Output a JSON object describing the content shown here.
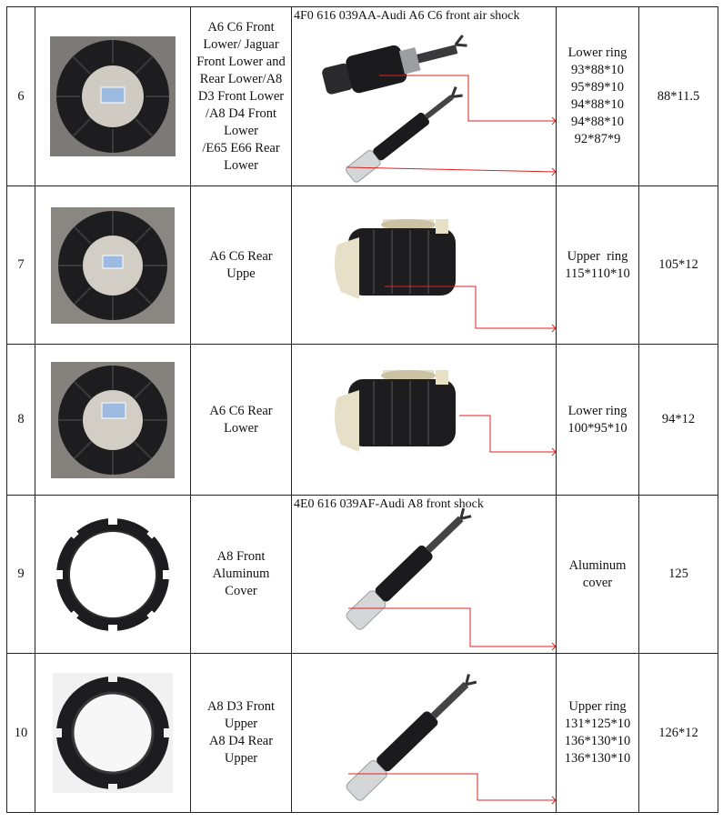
{
  "rows": [
    {
      "no": "6",
      "ring_icon": "segmented-ring-photo",
      "description": [
        "A6 C6 Front",
        "Lower/ Jaguar",
        "Front Lower and",
        "Rear Lower/A8",
        "D3 Front Lower",
        "/A8 D4 Front",
        "Lower",
        "/E65 E66 Rear",
        "Lower"
      ],
      "shock_caption": "4F0 616 039AA-Audi A6 C6 front air shock",
      "shock_icon": "air-shock-strut-photo",
      "spec": [
        "Lower ring",
        "93*88*10",
        "95*89*10",
        "94*88*10",
        "94*88*10",
        "92*87*9"
      ],
      "size": "88*11.5"
    },
    {
      "no": "7",
      "ring_icon": "segmented-ring-photo",
      "description": [
        "A6 C6 Rear",
        "Uppe"
      ],
      "shock_caption": "",
      "shock_icon": "air-spring-bag-photo",
      "spec": [
        "Upper  ring",
        "115*110*10"
      ],
      "size": "105*12"
    },
    {
      "no": "8",
      "ring_icon": "segmented-ring-photo",
      "description": [
        "A6 C6 Rear",
        "Lower"
      ],
      "shock_caption": "",
      "shock_icon": "air-spring-bag-photo",
      "spec": [
        "Lower ring",
        "100*95*10"
      ],
      "size": "94*12"
    },
    {
      "no": "9",
      "ring_icon": "aluminum-cover-ring-photo",
      "description": [
        "A8 Front",
        "Aluminum",
        "Cover"
      ],
      "shock_caption": "4E0 616 039AF-Audi A8 front shock",
      "shock_icon": "air-shock-strut-photo",
      "spec": [
        "Aluminum",
        "cover"
      ],
      "size": "125"
    },
    {
      "no": "10",
      "ring_icon": "cover-ring-photo",
      "description": [
        "A8 D3 Front",
        "Upper",
        "A8 D4 Rear",
        "Upper"
      ],
      "shock_caption": "",
      "shock_icon": "air-shock-strut-photo",
      "spec": [
        "Upper ring",
        "131*125*10",
        "136*130*10",
        "136*130*10"
      ],
      "size": "126*12"
    }
  ],
  "colors": {
    "arrow": "#e02020",
    "rubber": "#1b1b1d",
    "border": "#222222",
    "alu": "#c9cbcd"
  }
}
